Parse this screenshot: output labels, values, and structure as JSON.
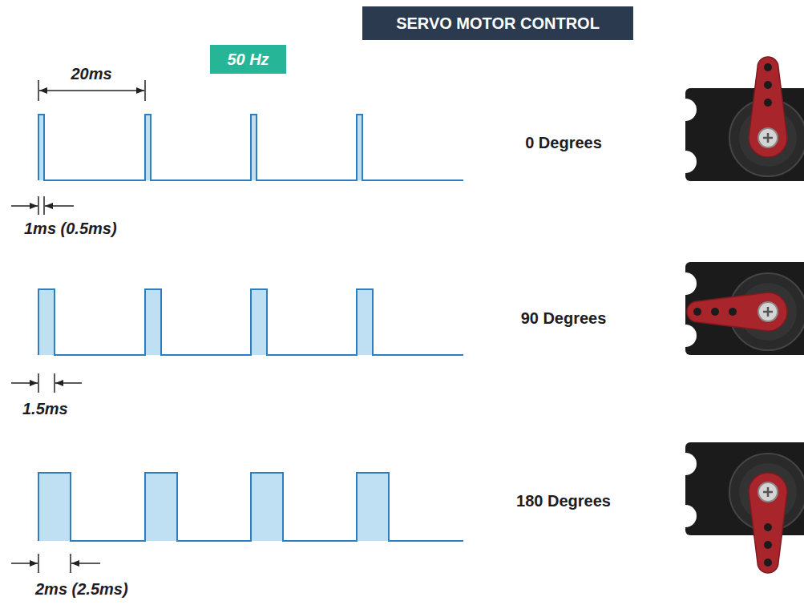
{
  "diagram": {
    "title": "SERVO MOTOR CONTROL",
    "nodes": [
      {
        "text": [
          "50 Hz"
        ]
      }
    ],
    "labels": [
      "20ms",
      "1ms (0.5ms)",
      "0 Degrees",
      "1.5ms",
      "90 Degrees",
      "2ms (2.5ms)",
      "180 Degrees"
    ]
  }
}
